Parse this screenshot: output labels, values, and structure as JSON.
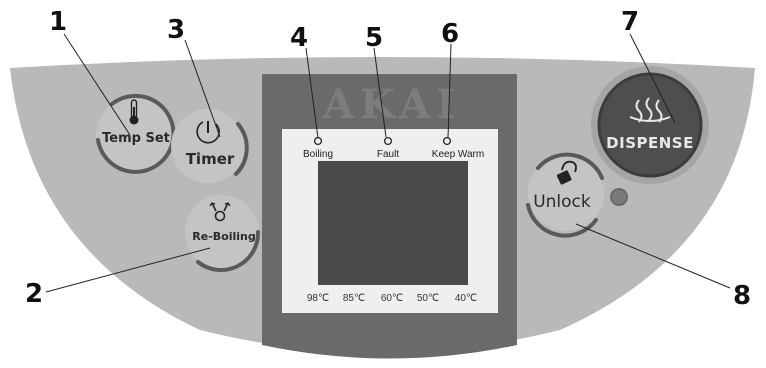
{
  "brand": "AKAI",
  "callouts": [
    "1",
    "2",
    "3",
    "4",
    "5",
    "6",
    "7",
    "8"
  ],
  "buttons": {
    "temp_set": {
      "label": "Temp Set",
      "icon": "thermometer-icon"
    },
    "timer": {
      "label": "Timer",
      "icon": "clock-icon"
    },
    "re_boiling": {
      "label": "Re-Boiling",
      "icon": "reboil-icon"
    },
    "dispense": {
      "label": "DISPENSE",
      "icon": "steam-icon"
    },
    "unlock": {
      "label": "Unlock",
      "icon": "unlocked-padlock-icon"
    }
  },
  "indicators": [
    "Boiling",
    "Fault",
    "Keep Warm"
  ],
  "temperatures": [
    "98℃",
    "85℃",
    "60℃",
    "50℃",
    "40℃"
  ],
  "colors": {
    "panel": "#b9b9b9",
    "center_panel": "#6a6a6a",
    "display": "#4a4a4a",
    "dispense": "#4e4e4e"
  }
}
